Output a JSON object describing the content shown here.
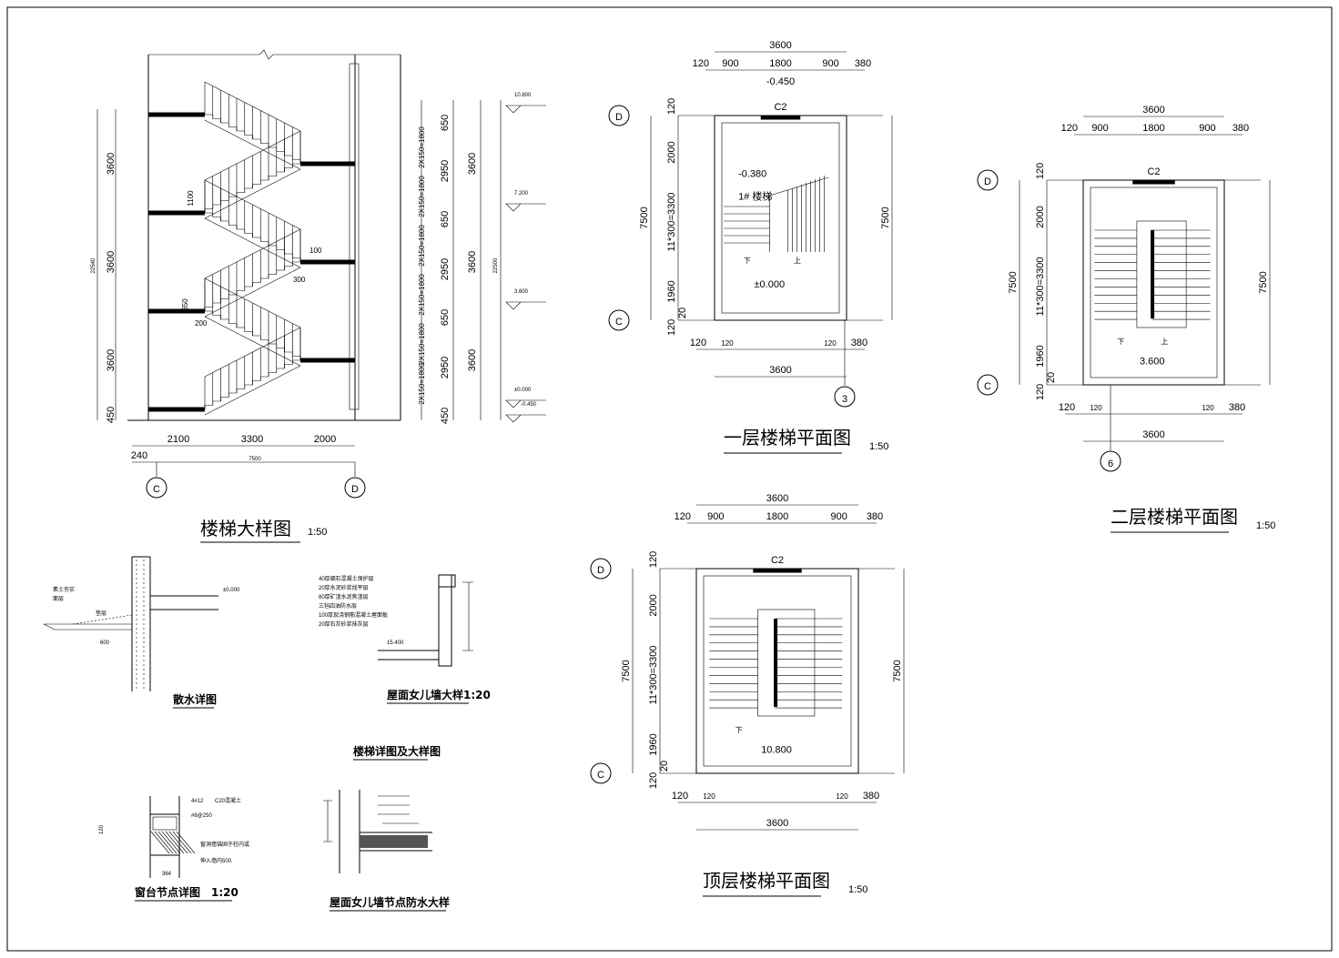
{
  "section": {
    "title": "楼梯大样图",
    "scale": "1:50",
    "levels": [
      "10.800",
      "7.200",
      "3.600",
      "±0.000",
      "-0.450"
    ],
    "floor_dims": [
      "3600",
      "3600",
      "3600",
      "450"
    ],
    "total_left": "22540",
    "total_right": "22500",
    "flight_notes": [
      "2X150=1800",
      "2X150=1800",
      "2X150=1800",
      "2X150=1800",
      "2X150=1800",
      "2X150=1800"
    ],
    "right_dims": [
      "650",
      "2950",
      "650",
      "2950",
      "650",
      "2950",
      "450"
    ],
    "bottom_dims": [
      "240",
      "2100",
      "3300",
      "2000",
      "7500"
    ],
    "detail_dims": [
      "1100",
      "100",
      "300",
      "650",
      "200"
    ],
    "axes": [
      "C",
      "D"
    ]
  },
  "plan1": {
    "title": "一层楼梯平面图",
    "scale": "1:50",
    "top_dims": [
      "3600",
      "120",
      "900",
      "1800",
      "900",
      "380"
    ],
    "level_top": "-0.450",
    "window": "C2",
    "level_mid": "-0.380",
    "stair_label": "1# 楼梯",
    "level_floor": "±0.000",
    "side_dims": [
      "120",
      "2000",
      "11*300=3300",
      "1960",
      "20",
      "120"
    ],
    "total": "7500",
    "bottom_dims": [
      "120",
      "120",
      "120",
      "380",
      "3600"
    ],
    "down": "下",
    "up": "上",
    "axis_bottom": "3",
    "axes": [
      "D",
      "C"
    ]
  },
  "plan2": {
    "title": "二层楼梯平面图",
    "scale": "1:50",
    "top_dims": [
      "3600",
      "120",
      "900",
      "1800",
      "900",
      "380"
    ],
    "window": "C2",
    "level": "3.600",
    "side_dims": [
      "120",
      "2000",
      "11*300=3300",
      "1960",
      "20",
      "120"
    ],
    "total": "7500",
    "bottom_dims": [
      "120",
      "120",
      "120",
      "380",
      "3600"
    ],
    "down": "下",
    "up": "上",
    "axis_bottom": "6",
    "axes": [
      "D",
      "C"
    ]
  },
  "plan3": {
    "title": "顶层楼梯平面图",
    "scale": "1:50",
    "top_dims": [
      "3600",
      "120",
      "900",
      "1800",
      "900",
      "380"
    ],
    "window": "C2",
    "level": "10.800",
    "side_dims": [
      "120",
      "2000",
      "11*300=3300",
      "1960",
      "20",
      "120"
    ],
    "total": "7500",
    "bottom_dims": [
      "120",
      "120",
      "120",
      "380",
      "3600"
    ],
    "down": "下",
    "axes": [
      "D",
      "C"
    ]
  },
  "details": {
    "apron_title": "散水详图",
    "apron_level": "±0.000",
    "apron_dim": "600",
    "parapet_title": "屋面女儿墙大样1:20",
    "parapet_level": "15.400",
    "roof_layers": [
      "40厚细石混凝土保护层",
      "20厚水泥砂浆找平层",
      "80厚矿渣水泥焦渣层",
      "三毡四油防水层",
      "100厚现浇钢筋混凝土屋面板",
      "20厚石灰砂浆抹灰层"
    ],
    "stair_detail_title": "楼梯详图及大样图",
    "sill_title": "窗台节点详图",
    "sill_scale": "1:20",
    "sill_notes": [
      "4#12",
      "C20混凝土",
      "#6@250",
      "窗洞墙锚固于柱内或",
      "伸入墙内500."
    ],
    "sill_dims": [
      "120",
      "364"
    ],
    "parapet_wp_title": "屋面女儿墙节点防水大样"
  }
}
